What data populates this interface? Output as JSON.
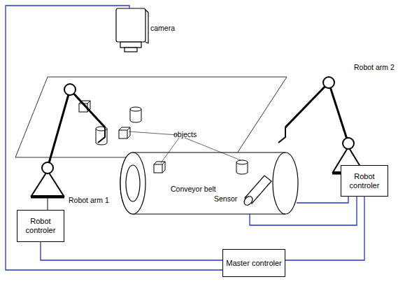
{
  "diagram": {
    "nodes": [
      {
        "text": [
          "Robot controler"
        ]
      },
      {
        "text": [
          "Robot controler"
        ]
      },
      {
        "text": [
          "Master controler"
        ]
      }
    ],
    "edges": [
      {
        "from": 0,
        "to": 2,
        "arrow": "none"
      },
      {
        "from": 1,
        "to": 2,
        "arrow": "none"
      }
    ],
    "labels": [
      "camera",
      "objects",
      "Robot arm 1",
      "Robot arm 2",
      "Conveyor belt",
      "Sensor"
    ]
  }
}
